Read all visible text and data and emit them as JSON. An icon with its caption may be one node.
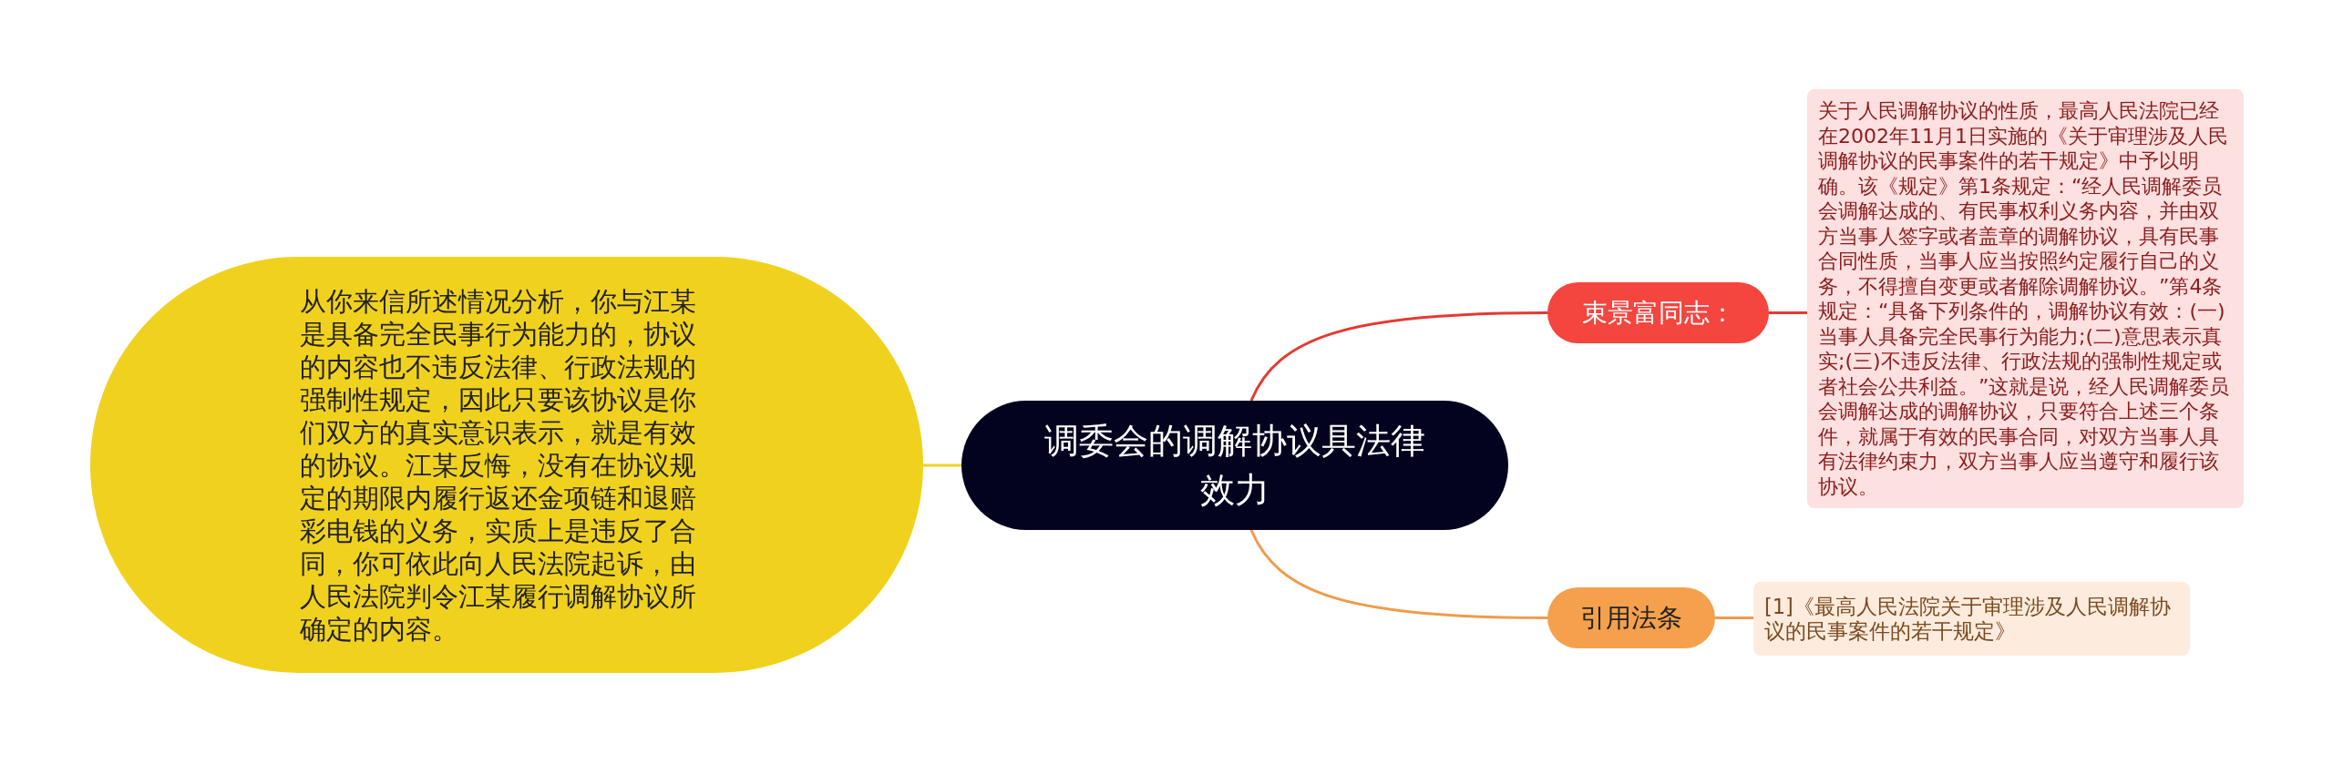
{
  "diagram": {
    "nodes": [
      {
        "text": [
          "调委会的调解协议具法律效力"
        ]
      },
      {
        "text": [
          "从你来信所述情况分析，你与江某是具备完全民事行为能力的，协议的内容也不违反法律、行政法规的强制性规定，因此只要该协议是你们双方的真实意识表示，就是有效的协议。江某反悔，没有在协议规定的期限内履行返还金项链和退赔彩电钱的义务，实质上是违反了合同，你可依此向人民法院起诉，由人民法院判令江某履行调解协议所确定的内容。"
        ]
      },
      {
        "text": [
          "束景富同志："
        ]
      },
      {
        "text": [
          "关于人民调解协议的性质，最高人民法院已经在2002年11月1日实施的《关于审理涉及人民调解协议的民事案件的若干规定》中予以明确。该《规定》第1条规定：“经人民调解委员会调解达成的、有民事权利义务内容，并由双方当事人签字或者盖章的调解协议，具有民事合同性质，当事人应当按照约定履行自己的义务，不得擅自变更或者解除调解协议。”第4条规定：“具备下列条件的，调解协议有效：(一)当事人具备完全民事行为能力;(二)意思表示真实;(三)不违反法律、行政法规的强制性规定或者社会公共利益。”这就是说，经人民调解委员会调解达成的调解协议，只要符合上述三个条件，就属于有效的民事合同，对双方当事人具有法律约束力，双方当事人应当遵守和履行该协议。"
        ]
      },
      {
        "text": [
          "引用法条"
        ]
      },
      {
        "text": [
          "[1]《最高人民法院关于审理涉及人民调解协议的民事案件的若干规定》"
        ]
      }
    ],
    "edges": [
      {
        "from": 0,
        "to": 1,
        "arrow": "none",
        "color": "#f0d21e"
      },
      {
        "from": 0,
        "to": 2,
        "arrow": "none",
        "color": "#e43a33"
      },
      {
        "from": 2,
        "to": 3,
        "arrow": "none",
        "color": "#e43a33"
      },
      {
        "from": 0,
        "to": 4,
        "arrow": "none",
        "color": "#ef9c4c"
      },
      {
        "from": 4,
        "to": 5,
        "arrow": "none",
        "color": "#ef9c4c"
      }
    ]
  }
}
